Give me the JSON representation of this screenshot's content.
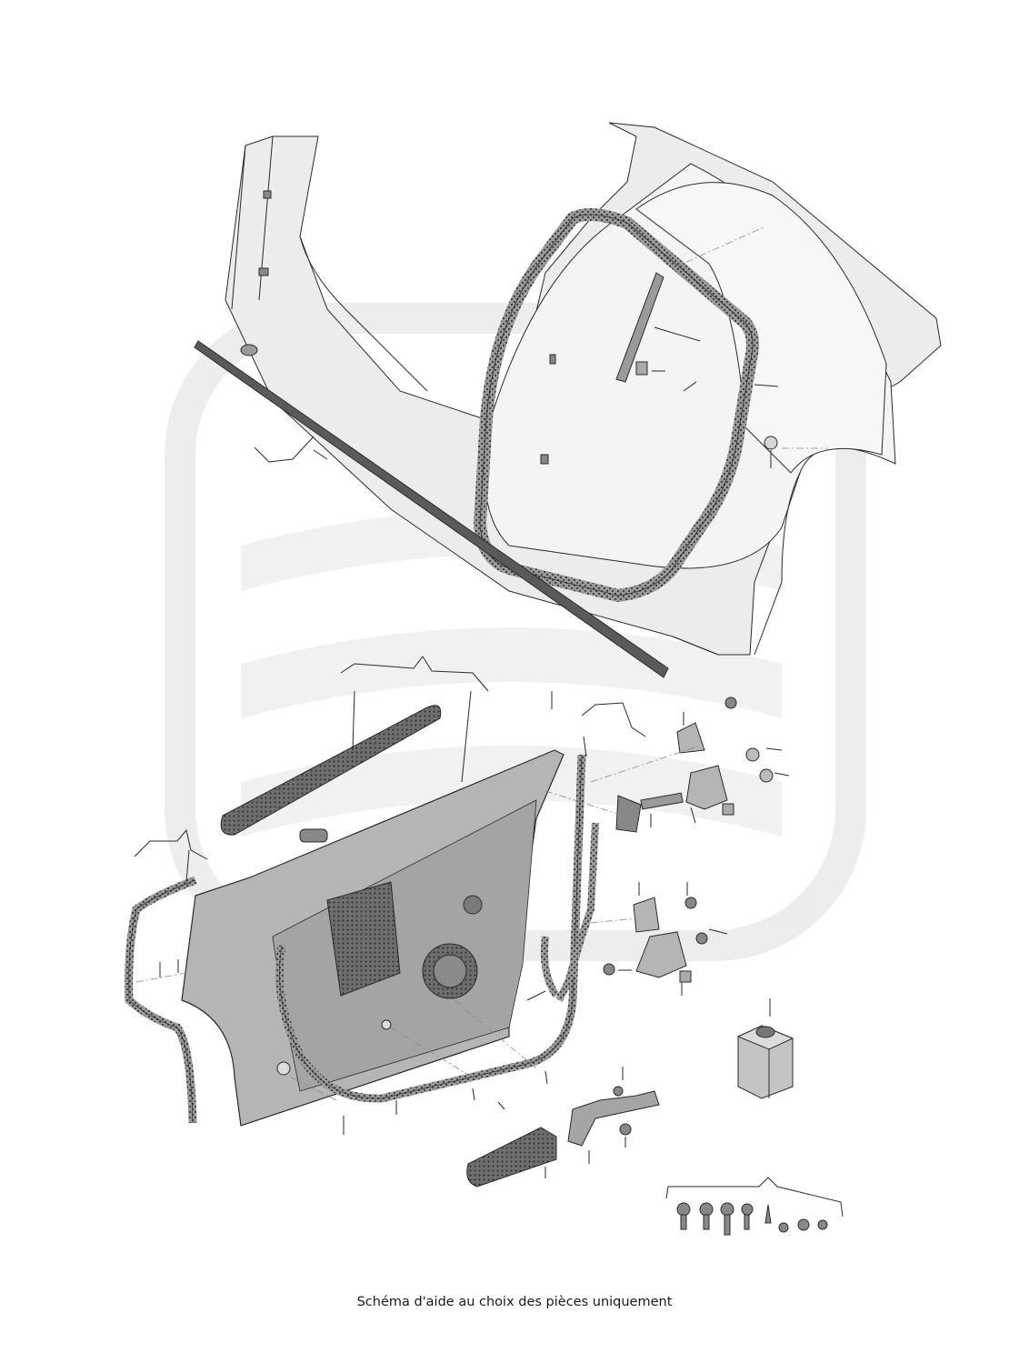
{
  "caption": "Schéma d'aide au choix des pièces uniquement",
  "watermark": "brand-logo-watermark",
  "colors": {
    "line": "#2a2a2a",
    "body_fill": "#e3e3e3",
    "panel_fill": "#b9b9b9",
    "seal_fill": "#8c8c8c",
    "watermark": "#e8e8e8",
    "background": "#ffffff"
  },
  "parts": [
    "body-side-frame",
    "door-opening-seal",
    "lower-sill-molding",
    "door-shell",
    "window-trim-strip",
    "door-outer-seal",
    "inner-door-seals",
    "hinge-upper",
    "hinge-lower",
    "door-check-strap",
    "fastener-kit",
    "container-part",
    "door-handle-carrier"
  ]
}
